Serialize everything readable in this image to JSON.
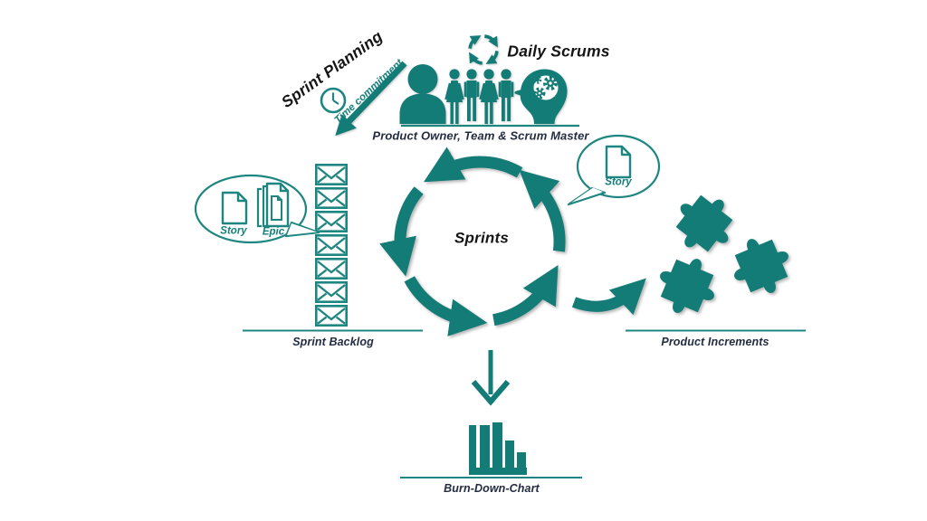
{
  "colors": {
    "teal": "#147c77",
    "teal_stroke": "#1d8681",
    "title_text": "#151515",
    "caption_text": "#232c40",
    "background": "#ffffff"
  },
  "diagram": {
    "sprint_planning": {
      "title": "Sprint Planning",
      "arrow_label": "Time commitment"
    },
    "daily_scrums": {
      "title": "Daily Scrums"
    },
    "team": {
      "caption": "Product Owner, Team & Scrum Master"
    },
    "sprint_cycle": {
      "title": "Sprints"
    },
    "sprint_backlog": {
      "caption": "Sprint Backlog",
      "item_count": 7,
      "bubble": {
        "story": "Story",
        "epic": "Epic"
      }
    },
    "story_callout": {
      "label": "Story"
    },
    "product_increments": {
      "caption": "Product Increments",
      "piece_count": 3
    },
    "burn_down": {
      "caption": "Burn-Down-Chart"
    }
  }
}
